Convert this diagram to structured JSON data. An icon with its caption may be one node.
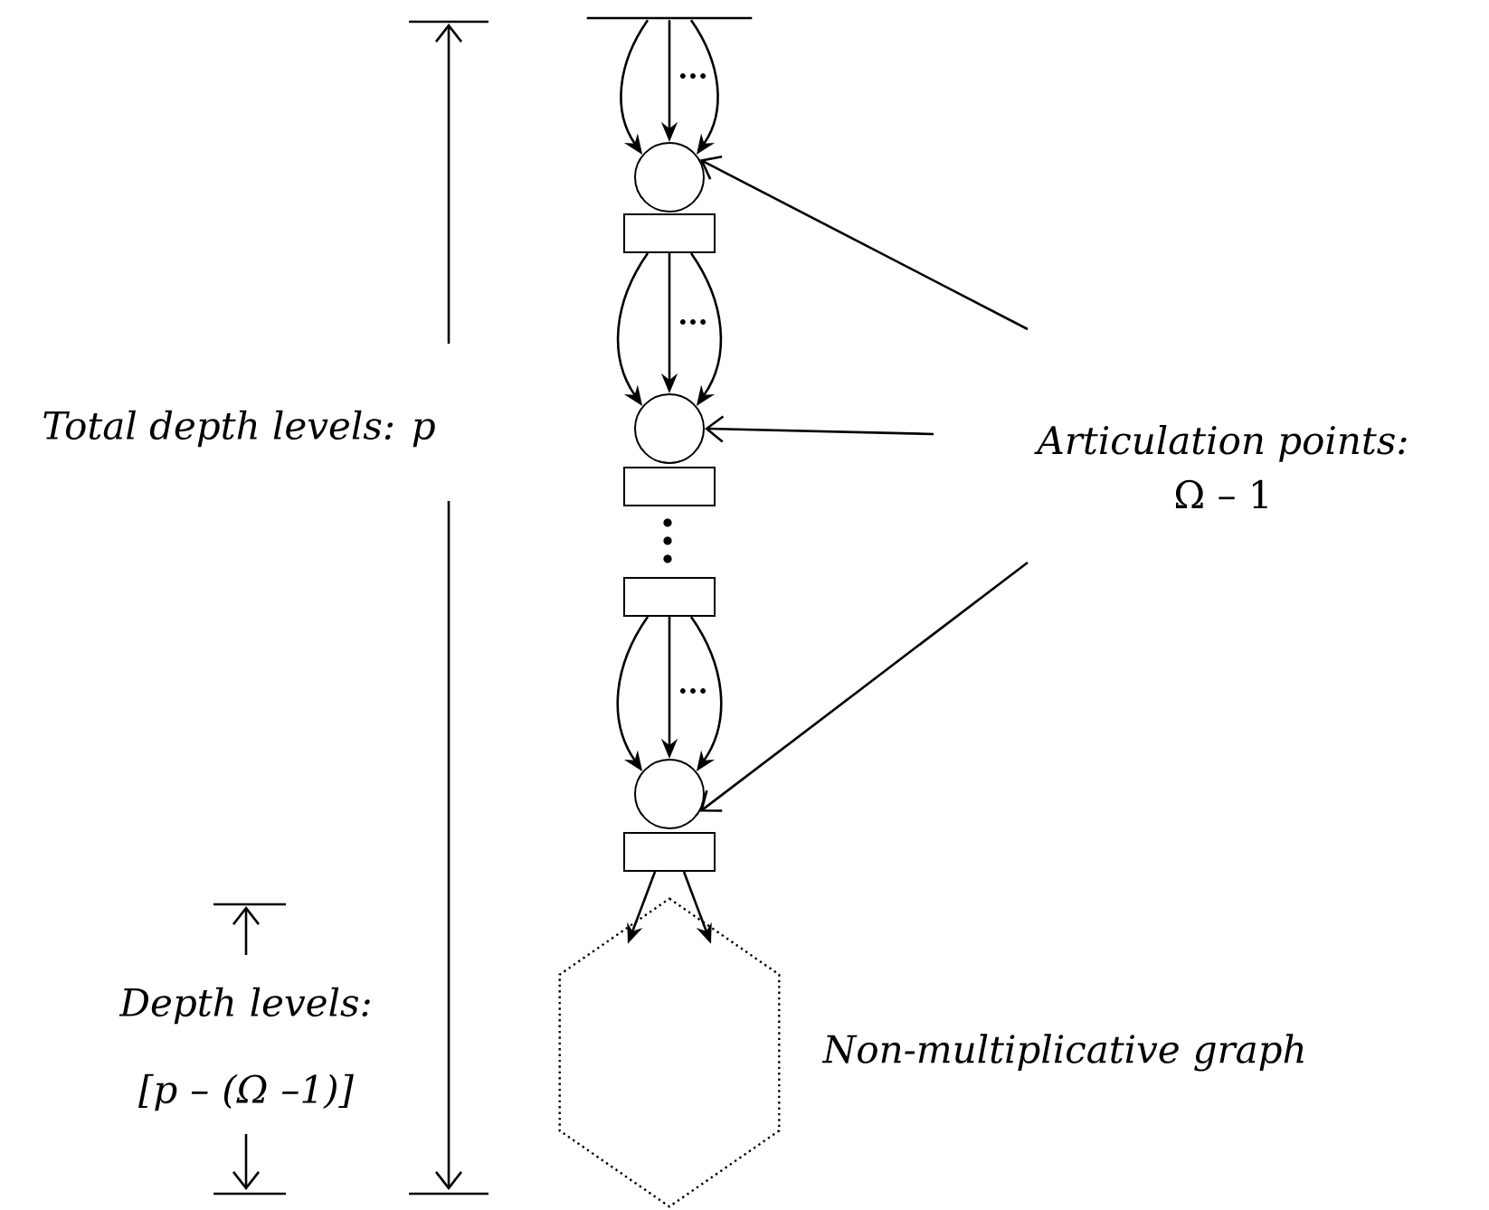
{
  "diagram": {
    "nodes": [
      {
        "text": [],
        "shape": "bar"
      },
      {
        "text": [],
        "shape": "circle"
      },
      {
        "text": [],
        "shape": "box"
      },
      {
        "text": [],
        "shape": "circle"
      },
      {
        "text": [],
        "shape": "box"
      },
      {
        "text": [],
        "shape": "box"
      },
      {
        "text": [],
        "shape": "circle"
      },
      {
        "text": [],
        "shape": "box"
      },
      {
        "text": [],
        "shape": "hexagon",
        "beside": [
          "Non-multiplicative graph"
        ]
      },
      {
        "text": [
          "Articulation points:",
          "Ω – 1"
        ]
      }
    ],
    "edges": [
      {
        "from": 0,
        "to": 1,
        "arrow": "to"
      },
      {
        "from": 0,
        "to": 1,
        "arrow": "to"
      },
      {
        "from": 0,
        "to": 1,
        "arrow": "to"
      },
      {
        "from": 2,
        "to": 3,
        "arrow": "to"
      },
      {
        "from": 2,
        "to": 3,
        "arrow": "to"
      },
      {
        "from": 2,
        "to": 3,
        "arrow": "to"
      },
      {
        "from": 5,
        "to": 6,
        "arrow": "to"
      },
      {
        "from": 5,
        "to": 6,
        "arrow": "to"
      },
      {
        "from": 5,
        "to": 6,
        "arrow": "to"
      },
      {
        "from": 7,
        "to": 8,
        "arrow": "to"
      },
      {
        "from": 7,
        "to": 8,
        "arrow": "to"
      },
      {
        "from": 9,
        "to": 1,
        "arrow": "to"
      },
      {
        "from": 9,
        "to": 3,
        "arrow": "to"
      },
      {
        "from": 9,
        "to": 6,
        "arrow": "to"
      }
    ],
    "labels": [
      "...",
      "...",
      "...",
      "Total depth levels: p",
      "Depth levels: [p – (Ω –1)]"
    ]
  }
}
